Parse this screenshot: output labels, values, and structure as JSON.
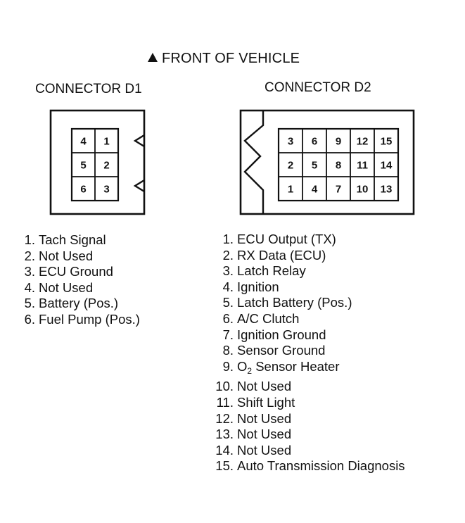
{
  "title": "FRONT OF VEHICLE",
  "connector_d1": {
    "label": "CONNECTOR D1",
    "pins": [
      [
        "4",
        "1"
      ],
      [
        "5",
        "2"
      ],
      [
        "6",
        "3"
      ]
    ],
    "legend": [
      {
        "num": "1.",
        "text": "Tach Signal"
      },
      {
        "num": "2.",
        "text": "Not Used"
      },
      {
        "num": "3.",
        "text": "ECU Ground"
      },
      {
        "num": "4.",
        "text": "Not Used"
      },
      {
        "num": "5.",
        "text": "Battery (Pos.)"
      },
      {
        "num": "6.",
        "text": "Fuel Pump (Pos.)"
      }
    ]
  },
  "connector_d2": {
    "label": "CONNECTOR D2",
    "pins": [
      [
        "3",
        "6",
        "9",
        "12",
        "15"
      ],
      [
        "2",
        "5",
        "8",
        "11",
        "14"
      ],
      [
        "1",
        "4",
        "7",
        "10",
        "13"
      ]
    ],
    "legend": [
      {
        "num": "1.",
        "text": "ECU Output (TX)"
      },
      {
        "num": "2.",
        "text": "RX Data (ECU)"
      },
      {
        "num": "3.",
        "text": "Latch Relay"
      },
      {
        "num": "4.",
        "text": "Ignition"
      },
      {
        "num": "5.",
        "text": "Latch Battery (Pos.)"
      },
      {
        "num": "6.",
        "text": "A/C Clutch"
      },
      {
        "num": "7.",
        "text": "Ignition Ground"
      },
      {
        "num": "8.",
        "text": "Sensor Ground"
      },
      {
        "num": "9.",
        "text": "O",
        "sub": "2",
        "text_after": " Sensor Heater"
      },
      {
        "num": "10.",
        "text": "Not Used"
      },
      {
        "num": "11.",
        "text": "Shift Light"
      },
      {
        "num": "12.",
        "text": "Not Used"
      },
      {
        "num": "13.",
        "text": "Not Used"
      },
      {
        "num": "14.",
        "text": "Not Used"
      },
      {
        "num": "15.",
        "text": "Auto Transmission Diagnosis"
      }
    ]
  }
}
